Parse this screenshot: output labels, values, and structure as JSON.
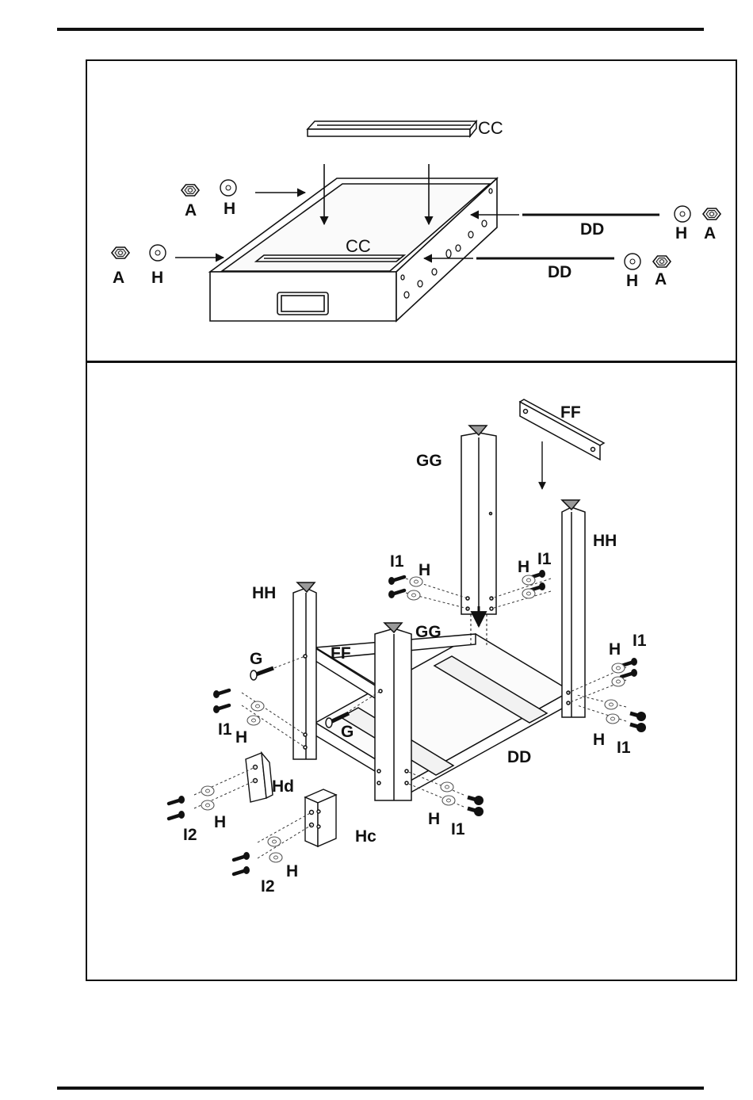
{
  "labels": {
    "A": "A",
    "H": "H",
    "CC": "CC",
    "DD": "DD",
    "FF": "FF",
    "GG": "GG",
    "HH": "HH",
    "G": "G",
    "I1": "I1",
    "I2": "I2",
    "Hc": "Hc",
    "Hd": "Hd"
  }
}
